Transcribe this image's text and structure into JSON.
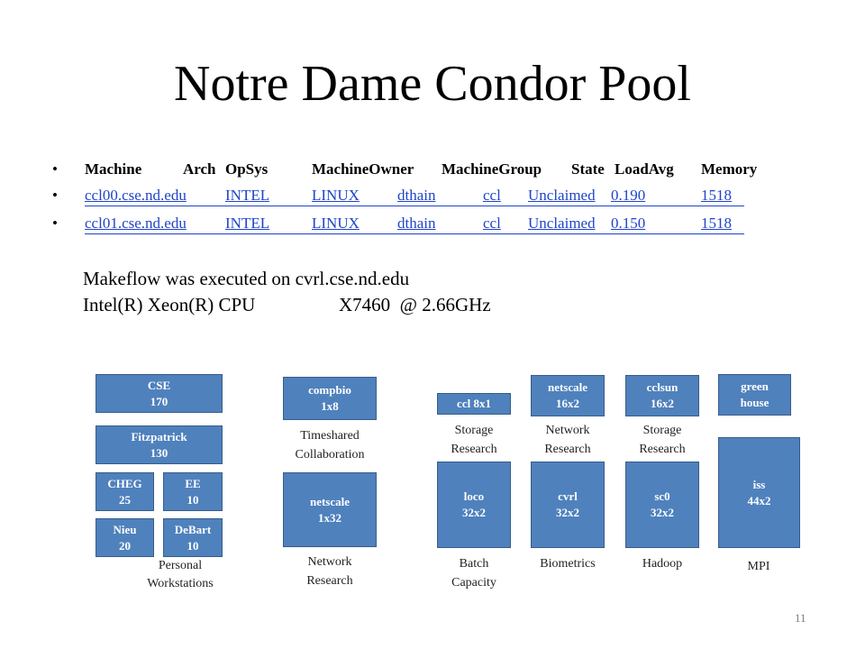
{
  "slide": {
    "title": "Notre Dame Condor Pool",
    "page_number": "11"
  },
  "status_table": {
    "headers": [
      "Machine",
      "Arch",
      "OpSys",
      "MachineOwner",
      "MachineGroup",
      "State",
      "LoadAvg",
      "Memory"
    ],
    "rows": [
      [
        "ccl00.cse.nd.edu",
        "INTEL",
        "LINUX",
        "dthain",
        "ccl",
        "Unclaimed",
        "0.190",
        "1518"
      ],
      [
        "ccl01.cse.nd.edu",
        "INTEL",
        "LINUX",
        "dthain",
        "ccl",
        "Unclaimed",
        "0.150",
        "1518"
      ]
    ]
  },
  "info": {
    "line1": "Makeflow was executed on cvrl.cse.nd.edu",
    "line2_a": "Intel(R) Xeon(R) CPU",
    "line2_b": "X7460  @ 2.66GHz"
  },
  "diagram": {
    "colors": {
      "box_fill": "#4f81bd",
      "box_border": "#385d8a",
      "box_text": "#ffffff"
    },
    "personal": {
      "cse": {
        "name": "CSE",
        "count": "170"
      },
      "fitzpatrick": {
        "name": "Fitzpatrick",
        "count": "130"
      },
      "cheg": {
        "name": "CHEG",
        "count": "25"
      },
      "ee": {
        "name": "EE",
        "count": "10"
      },
      "nieu": {
        "name": "Nieu",
        "count": "20"
      },
      "debart": {
        "name": "DeBart",
        "count": "10"
      },
      "label_1": "Personal",
      "label_2": "Workstations"
    },
    "compbio": {
      "name": "compbio",
      "count": "1x8",
      "label_1": "Timeshared",
      "label_2": "Collaboration"
    },
    "netscale_large": {
      "name": "netscale",
      "count": "1x32",
      "label_1": "Network",
      "label_2": "Research"
    },
    "ccl": {
      "name": "ccl 8x1",
      "top_label_1": "Storage",
      "top_label_2": "Research"
    },
    "loco": {
      "name": "loco",
      "count": "32x2",
      "label_1": "Batch",
      "label_2": "Capacity"
    },
    "netscale_small": {
      "name": "netscale",
      "count": "16x2",
      "top_label_1": "Network",
      "top_label_2": "Research"
    },
    "cvrl": {
      "name": "cvrl",
      "count": "32x2",
      "label": "Biometrics"
    },
    "cclsun": {
      "name": "cclsun",
      "count": "16x2",
      "top_label_1": "Storage",
      "top_label_2": "Research"
    },
    "sc0": {
      "name": "sc0",
      "count": "32x2",
      "label": "Hadoop"
    },
    "greenhouse": {
      "name_1": "green",
      "name_2": "house"
    },
    "iss": {
      "name": "iss",
      "count": "44x2",
      "label": "MPI"
    }
  }
}
